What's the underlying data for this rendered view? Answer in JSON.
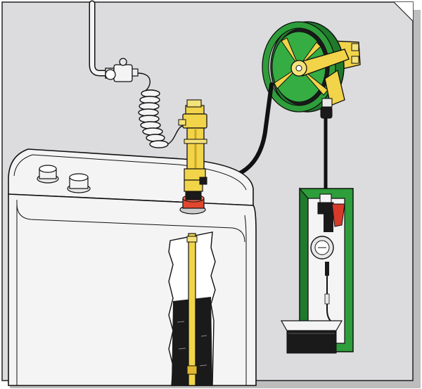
{
  "illustration": {
    "components": [
      "compressed-air-line",
      "air-pressure-regulator",
      "coiled-air-hose",
      "air-operated-pump",
      "drum-adapter",
      "oil-drum",
      "suction-tube",
      "hose-reel",
      "delivery-hose",
      "dispense-gun",
      "gun-holder-panel",
      "drip-tray"
    ],
    "colors": {
      "wall": "#dcdcde",
      "reel_green": "#2e9e3a",
      "brass": "#f2d44a",
      "drum_white": "#f4f4f4",
      "oil_black": "#1a1a1a",
      "outline": "#111111",
      "red_adapter": "#e2472e"
    }
  }
}
